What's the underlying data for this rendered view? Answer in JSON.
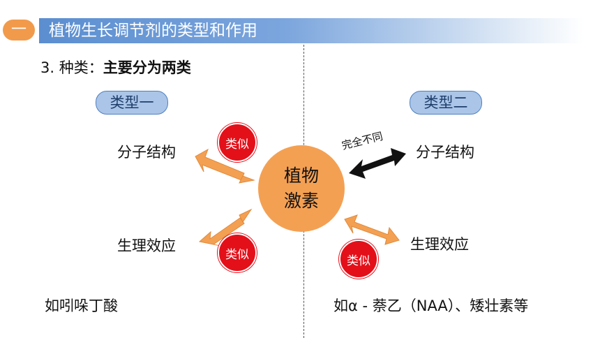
{
  "header": {
    "number": "一",
    "title": "植物生长调节剂的类型和作用"
  },
  "subtitle": {
    "prefix": "3. 种类：",
    "text": "主要分为两类"
  },
  "center": {
    "line1": "植物",
    "line2": "激素"
  },
  "left": {
    "type_label": "类型一",
    "structure": "分子结构",
    "effect": "生理效应",
    "example": "如吲哚丁酸",
    "badge_structure": "类似",
    "badge_effect": "类似"
  },
  "right": {
    "type_label": "类型二",
    "structure": "分子结构",
    "effect": "生理效应",
    "example": "如α - 萘乙（NAA）、矮壮素等",
    "structure_relation": "完全不同",
    "badge_effect": "类似"
  },
  "colors": {
    "accent_orange": "#f4a053",
    "badge_red": "#e3101a",
    "header_blue": "#5b8ed0",
    "pill_blue": "#aac5e8"
  }
}
